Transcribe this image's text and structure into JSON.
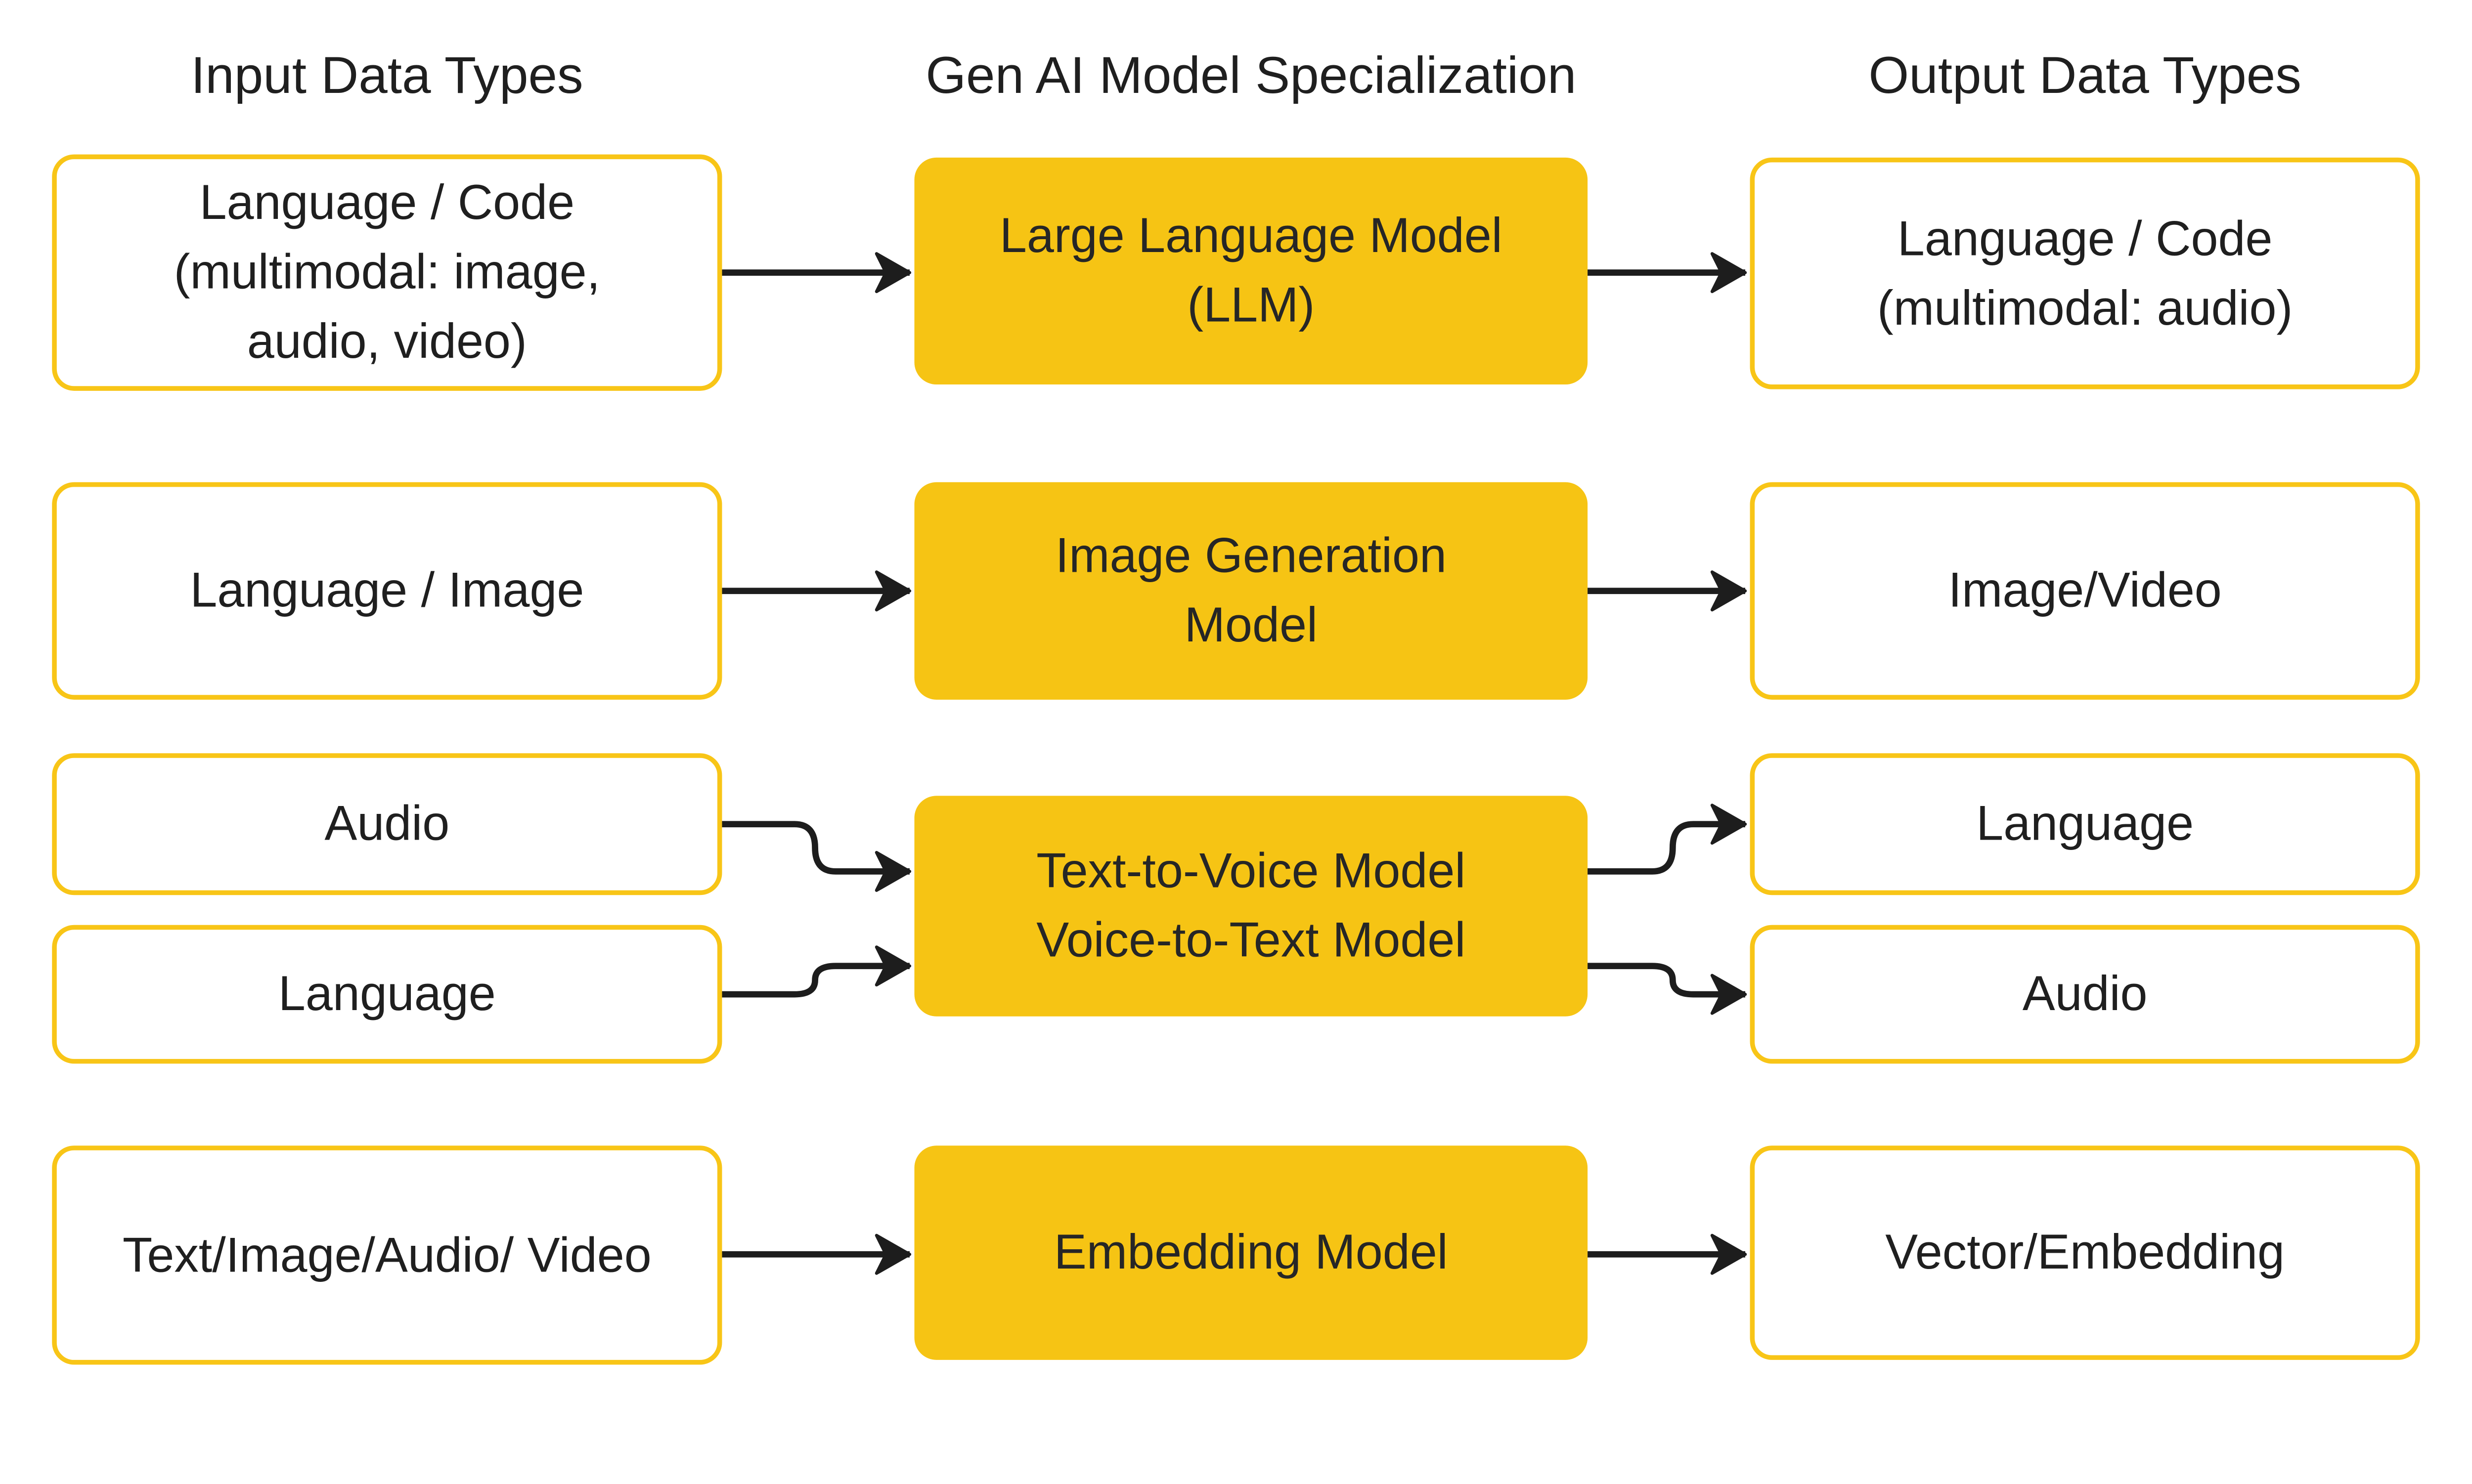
{
  "palette": {
    "yellow": "#F6C414",
    "yellow_border": "#F8C517",
    "line": "#1D1D1D",
    "text": "#1F1F1F",
    "background": "#FFFFFF"
  },
  "headers": {
    "input": "Input Data Types",
    "model": "Gen AI Model Specialization",
    "output": "Output Data Types"
  },
  "boxes": {
    "r1_input": {
      "lines": [
        "Language / Code",
        "(multimodal: image,",
        "audio, video)"
      ]
    },
    "r1_model": {
      "lines": [
        "Large Language Model",
        "(LLM)"
      ]
    },
    "r1_output": {
      "lines": [
        "Language / Code",
        "(multimodal: audio)"
      ]
    },
    "r2_input": {
      "lines": [
        "Language / Image"
      ]
    },
    "r2_model": {
      "lines": [
        "Image Generation",
        "Model"
      ]
    },
    "r2_output": {
      "lines": [
        "Image/Video"
      ]
    },
    "r3_input_top": {
      "lines": [
        "Audio"
      ]
    },
    "r3_input_bottom": {
      "lines": [
        "Language"
      ]
    },
    "r3_model": {
      "lines": [
        "Text-to-Voice Model",
        "Voice-to-Text Model"
      ]
    },
    "r3_output_top": {
      "lines": [
        "Language"
      ]
    },
    "r3_output_bottom": {
      "lines": [
        "Audio"
      ]
    },
    "r4_input": {
      "lines": [
        "Text/Image/Audio/ Video"
      ]
    },
    "r4_model": {
      "lines": [
        "Embedding Model"
      ]
    },
    "r4_output": {
      "lines": [
        "Vector/Embedding"
      ]
    }
  }
}
